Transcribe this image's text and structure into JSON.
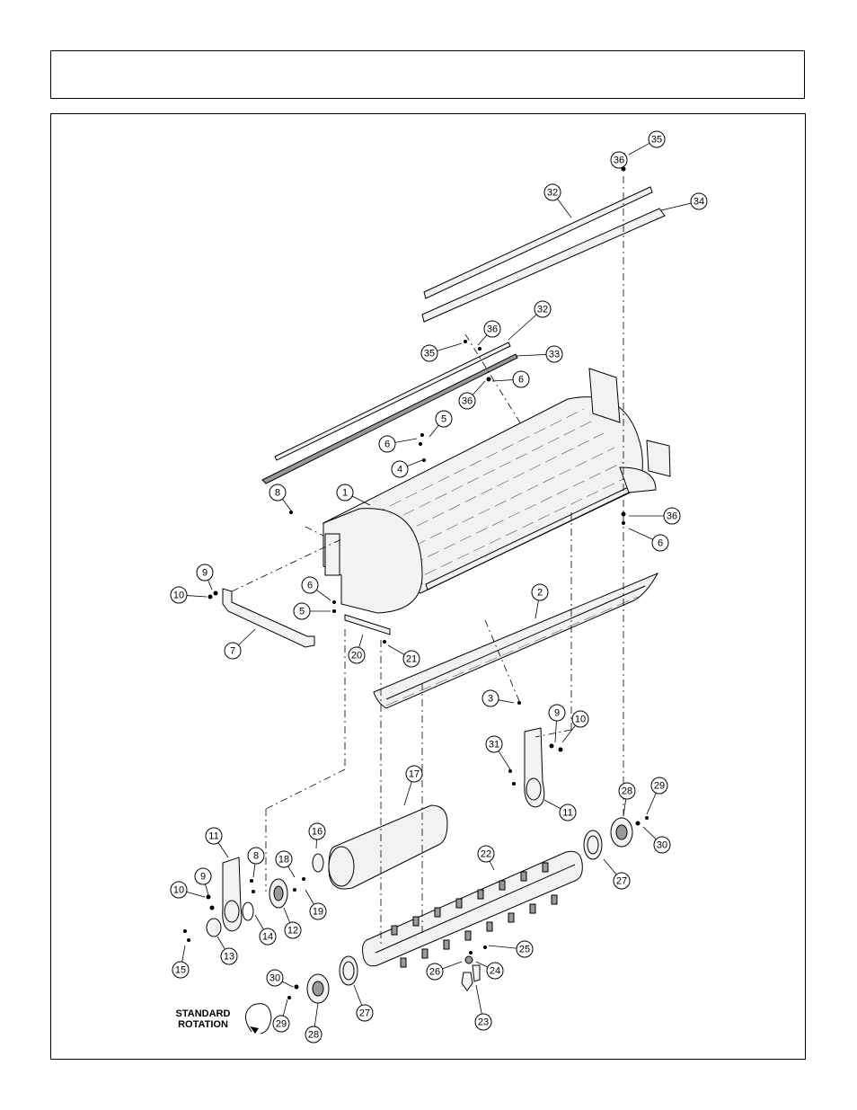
{
  "header": {
    "title": ""
  },
  "rotation_label": {
    "line1": "STANDARD",
    "line2": "ROTATION"
  },
  "callouts": [
    "35",
    "36",
    "32",
    "34",
    "32",
    "36",
    "35",
    "33",
    "36",
    "6",
    "5",
    "6",
    "4",
    "8",
    "1",
    "36",
    "6",
    "9",
    "10",
    "6",
    "5",
    "7",
    "20",
    "21",
    "2",
    "3",
    "9",
    "10",
    "31",
    "11",
    "17",
    "28",
    "29",
    "30",
    "11",
    "16",
    "8",
    "18",
    "22",
    "9",
    "10",
    "12",
    "19",
    "27",
    "14",
    "13",
    "15",
    "25",
    "30",
    "26",
    "24",
    "27",
    "29",
    "28",
    "23"
  ]
}
